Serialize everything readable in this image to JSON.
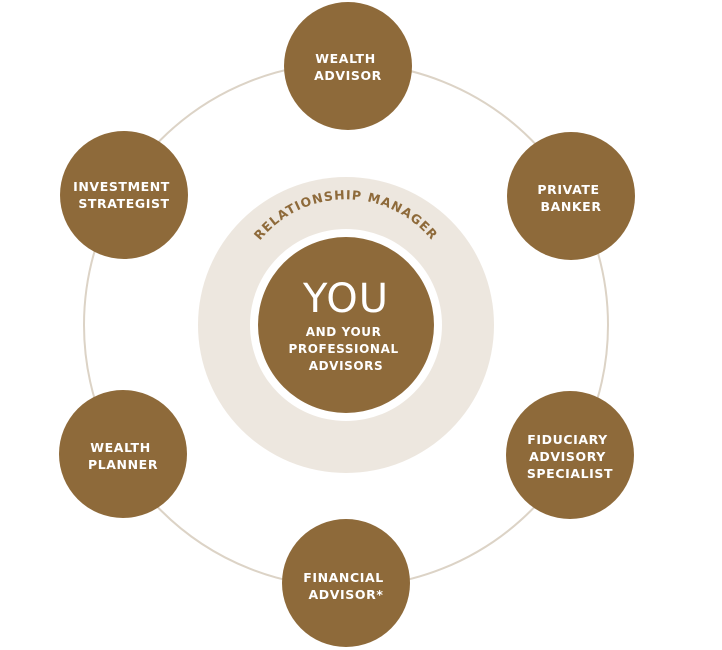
{
  "colors": {
    "node_fill": "#8e6a3a",
    "ring_stroke": "#dcd3c6",
    "band_fill": "#ede7df",
    "text_light": "#ffffff",
    "arc_text": "#8e6a3a"
  },
  "center": {
    "title": "YOU",
    "subtitle_lines": [
      "AND YOUR",
      "PROFESSIONAL",
      "ADVISORS"
    ],
    "band_label": "RELATIONSHIP MANAGER"
  },
  "nodes": [
    {
      "id": "wealth-advisor",
      "lines": [
        "WEALTH",
        "ADVISOR"
      ]
    },
    {
      "id": "private-banker",
      "lines": [
        "PRIVATE",
        "BANKER"
      ]
    },
    {
      "id": "fiduciary-advisory-specialist",
      "lines": [
        "FIDUCIARY",
        "ADVISORY",
        "SPECIALIST"
      ]
    },
    {
      "id": "financial-advisor",
      "lines": [
        "FINANCIAL",
        "ADVISOR*"
      ]
    },
    {
      "id": "wealth-planner",
      "lines": [
        "WEALTH",
        "PLANNER"
      ]
    },
    {
      "id": "investment-strategist",
      "lines": [
        "INVESTMENT",
        "STRATEGIST"
      ]
    }
  ]
}
